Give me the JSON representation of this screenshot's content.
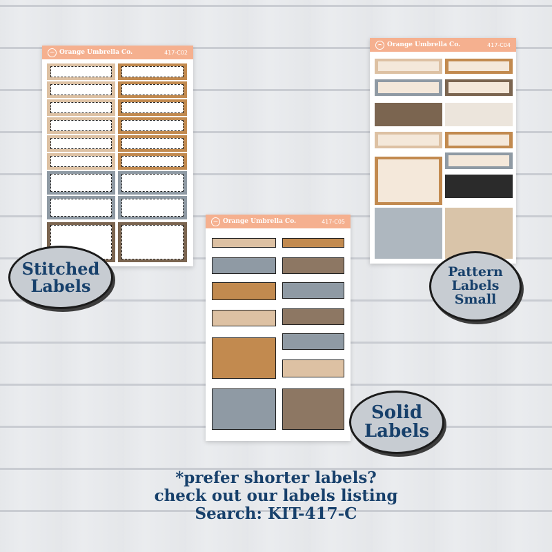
{
  "colors": {
    "header": "#f5b08f",
    "navy_text": "#17406b",
    "tan": "#c28a4f",
    "light_tan": "#ddc1a3",
    "cream": "#f4e8da",
    "slate": "#8f9aa4",
    "taupe": "#8d7763",
    "brown": "#7b6550"
  },
  "sheets": [
    {
      "brand": "Orange Umbrella Co.",
      "code": "417-C02"
    },
    {
      "brand": "Orange Umbrella Co.",
      "code": "417-C04"
    },
    {
      "brand": "Orange Umbrella Co.",
      "code": "417-C05"
    }
  ],
  "callouts": {
    "stitched": [
      "Stitched",
      "Labels"
    ],
    "pattern": [
      "Pattern",
      "Labels",
      "Small"
    ],
    "solid": [
      "Solid",
      "Labels"
    ]
  },
  "footer": {
    "line1": "*prefer shorter labels?",
    "line2": "check out our labels listing",
    "line3": "Search: KIT-417-C"
  }
}
